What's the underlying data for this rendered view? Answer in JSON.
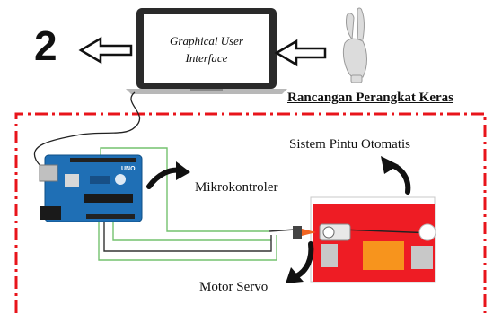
{
  "step_number": "2",
  "gui": {
    "line1": "Graphical User",
    "line2": "Interface"
  },
  "section_title": "Rancangan Perangkat Keras",
  "labels": {
    "door_system": "Sistem Pintu Otomatis",
    "microcontroller": "Mikrokontroler",
    "servo": "Motor Servo"
  },
  "arduino": {
    "logo": "UNO"
  },
  "colors": {
    "boundary": "#e8141b",
    "board": "#1f6fb5",
    "wire_green": "#74c26f",
    "wire_dark": "#333333",
    "door_red": "#ee1c24",
    "door_orange": "#f7941d",
    "servo_orange": "#f26522"
  },
  "icons": [
    "hand-gesture-icon",
    "left-arrow-icon",
    "curved-arrow-icon",
    "laptop-icon",
    "arduino-board-icon",
    "servo-icon"
  ]
}
